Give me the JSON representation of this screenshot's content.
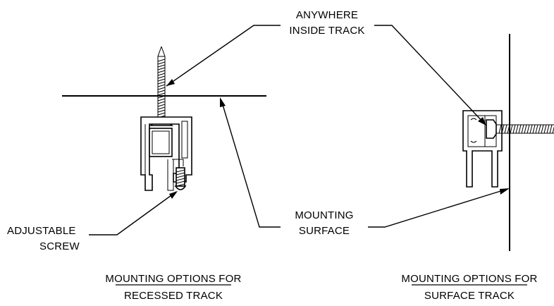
{
  "labels": {
    "anywhere_line1": "ANYWHERE",
    "anywhere_line2": "INSIDE TRACK",
    "adjustable_line1": "ADJUSTABLE",
    "adjustable_line2": "SCREW",
    "mounting_line1": "MOUNTING",
    "mounting_line2": "SURFACE",
    "recessed_caption_line1": "MOUNTING OPTIONS FOR",
    "recessed_caption_line2": "RECESSED TRACK",
    "surface_caption_line1": "MOUNTING OPTIONS FOR",
    "surface_caption_line2": "SURFACE TRACK"
  }
}
